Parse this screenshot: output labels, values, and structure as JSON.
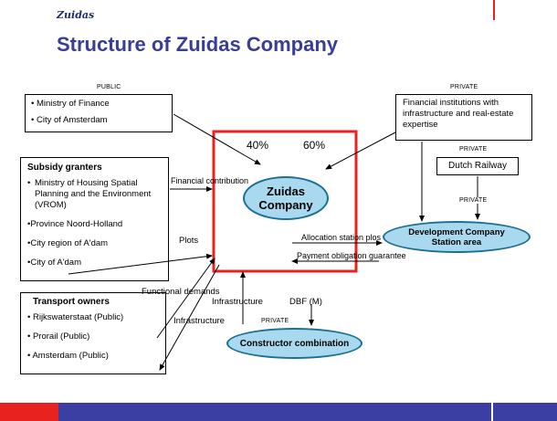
{
  "header": {
    "logo_text": "Zuidas",
    "title": "Structure of Zuidas Company"
  },
  "labels": {
    "public": "PUBLIC",
    "private_top": "PRIVATE",
    "private_railway": "PRIVATE",
    "private_arrow": "PRIVATE",
    "private_bottom": "PRIVATE",
    "pct_public": "40%",
    "pct_private": "60%",
    "financial_contribution": "Financial contribution",
    "plots": "Plots",
    "functional_demands": "Functional demands",
    "infrastructure_up": "Infrastructure",
    "infrastructure_left": "Infrastructure",
    "dbf": "DBF (M)",
    "allocation": "Allocation station plos",
    "payment": "Payment obligation guarantee"
  },
  "public_box": {
    "items": [
      "Ministry of Finance",
      "City of Amsterdam"
    ]
  },
  "private_box": {
    "text": "Financial institutions with infrastructure and real-estate expertise"
  },
  "railway_box": {
    "text": "Dutch Railway"
  },
  "subsidy_box": {
    "heading": "Subsidy granters",
    "items": [
      "Ministry of Housing Spatial Planning and the Environment (VROM)",
      "Province Noord-Holland",
      "City region of A'dam",
      "City of A'dam"
    ]
  },
  "transport_box": {
    "heading": "Transport owners",
    "items": [
      "Rijkswaterstaat (Public)",
      "Prorail (Public)",
      "Amsterdam (Public)"
    ]
  },
  "nodes": {
    "zuidas": "Zuidas Company",
    "development": "Development Company Station area",
    "constructor": "Constructor combination"
  },
  "colors": {
    "title": "#3a3d98",
    "accent_red": "#e8231f",
    "footer_blue": "#3b3ea3",
    "ellipse_fill": "#a9d9ee",
    "ellipse_border": "#1b6f93"
  }
}
